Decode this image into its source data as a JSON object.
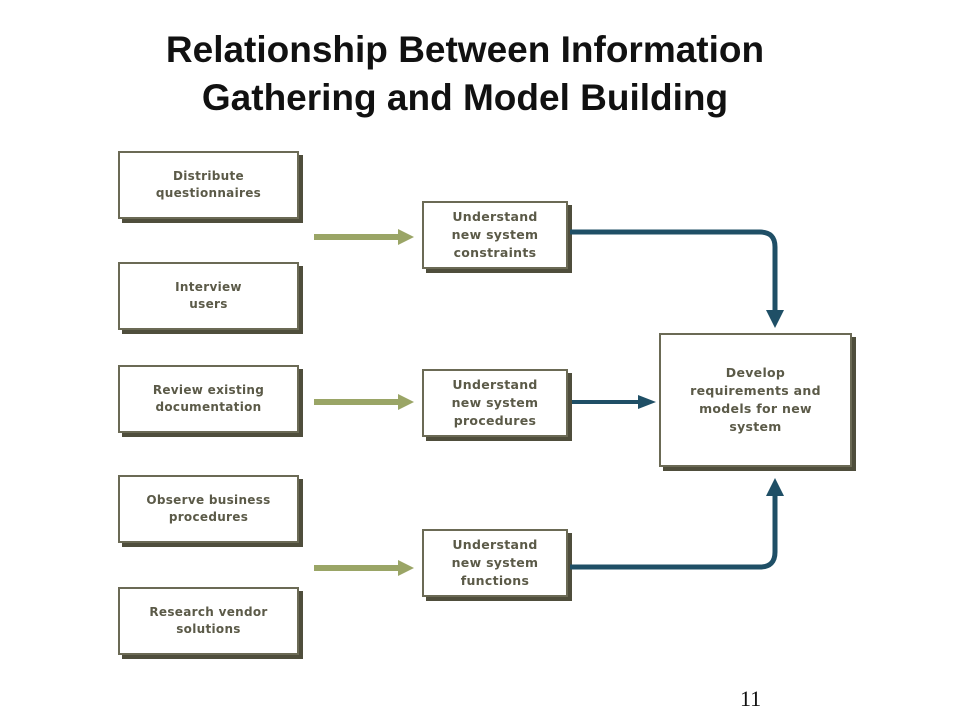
{
  "title": {
    "line1": "Relationship Between Information",
    "line2": "Gathering and Model Building"
  },
  "sources": [
    "Distribute\nquestionnaires",
    "Interview\nusers",
    "Review existing\ndocumentation",
    "Observe business\nprocedures",
    "Research vendor\nsolutions"
  ],
  "understand": [
    "Understand\nnew system\nconstraints",
    "Understand\nnew system\nprocedures",
    "Understand\nnew system\nfunctions"
  ],
  "result": "Develop\nrequirements and\nmodels for new\nsystem",
  "page_number": "11",
  "colors": {
    "green_arrow": "#9aa566",
    "blue_arrow": "#1f4f66",
    "box_border": "#6b6a55"
  }
}
